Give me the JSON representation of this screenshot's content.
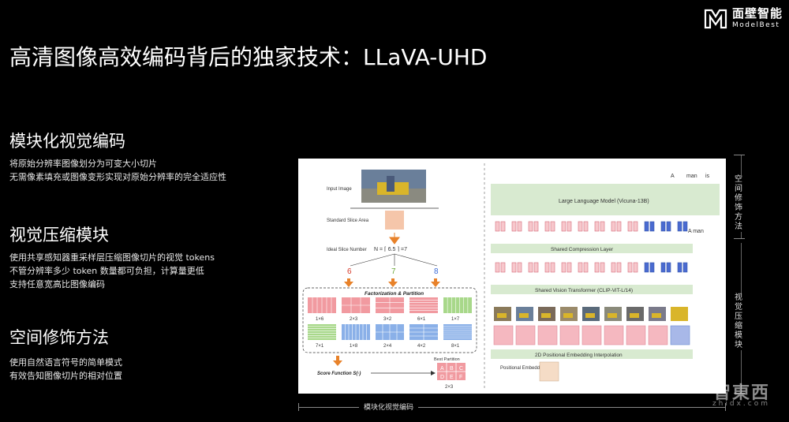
{
  "logo": {
    "cn": "面壁智能",
    "en": "ModelBest"
  },
  "title": "高清图像高效编码背后的独家技术：LLaVA-UHD",
  "sections": [
    {
      "heading": "模块化视觉编码",
      "lines": [
        "将原始分辨率图像划分为可变大小切片",
        "无需像素填充或图像变形实现对原始分辨率的完全适应性"
      ]
    },
    {
      "heading": "视觉压缩模块",
      "lines": [
        "使用共享感知器重采样层压缩图像切片的视觉 tokens",
        "不管分辨率多少 token 数量都可负担，计算量更低",
        "支持任意宽高比图像编码"
      ]
    },
    {
      "heading": "空间修饰方法",
      "lines": [
        "使用自然语言符号的简单模式",
        "有效告知图像切片的相对位置"
      ]
    }
  ],
  "figure": {
    "left": {
      "input_image": "Input Image",
      "standard_slice": "Standard Slice Area",
      "ideal_slice": "Ideal Slice Number",
      "formula": "N = ⌈ 6.5 ⌉ =7",
      "branches": [
        "6",
        "7",
        "8"
      ],
      "factorization": "Factorization & Partition",
      "grids_row1": [
        "1×6",
        "2×3",
        "3×2",
        "6×1",
        "1×7"
      ],
      "grids_row2": [
        "7×1",
        "1×8",
        "2×4",
        "4×2",
        "8×1"
      ],
      "score": "Score Function S(·)",
      "best_partition": "Best Partition",
      "best_cells": [
        "A",
        "B",
        "C",
        "D",
        "E",
        "F"
      ],
      "best_label": "2×3"
    },
    "right": {
      "outputs": [
        "A",
        "man",
        "is"
      ],
      "llm": "Large Language Model (Vicuna-13B)",
      "a_man": "A  man",
      "compression": "Shared Compression Layer",
      "vit": "Shared Vision Transformer (CLIP-ViT-L/14)",
      "pos_interp": "2D Positional Embedding Interpolation",
      "pos_emb": "Positional Embedding"
    }
  },
  "caption": "模块化视觉编码",
  "side_labels": {
    "top": "空间修饰方法",
    "bottom": "视觉压缩模块"
  },
  "watermark": {
    "main": "智東西",
    "sub": "zhidx.com"
  }
}
